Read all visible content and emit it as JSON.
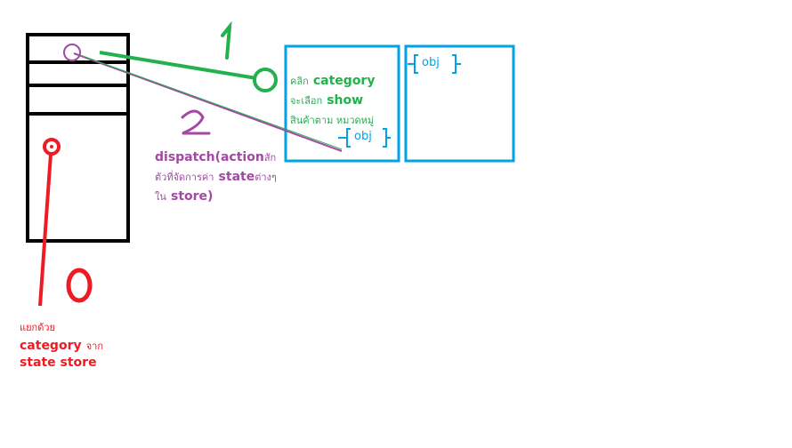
{
  "colors": {
    "black": "#000000",
    "green": "#22b14c",
    "purple": "#a349a4",
    "red": "#ed1c24",
    "blue": "#00a2e8"
  },
  "step_numbers": {
    "zero": "0",
    "one": "1",
    "two": "2"
  },
  "green_note": {
    "line1_prefix": "คลิก",
    "line1_bold": "category",
    "line2_prefix": "จะเลือก",
    "line2_bold": "show",
    "line3": "สินค้าตาม หมวดหมู่"
  },
  "purple_note": {
    "line1_bold": "dispatch(action",
    "line1_suffix": "สัก",
    "line2_prefix": "ตัวที่จัดการค่า",
    "line2_bold": "state",
    "line2_suffix": "ต่างๆ",
    "line3_prefix": "ใน",
    "line3_bold": "store)"
  },
  "red_note": {
    "line1": "แยกด้วย",
    "line2_bold": "category",
    "line2_suffix": "จาก",
    "line3_bold": "state store"
  },
  "obj_labels": {
    "box1": "obj",
    "box2": "obj"
  }
}
